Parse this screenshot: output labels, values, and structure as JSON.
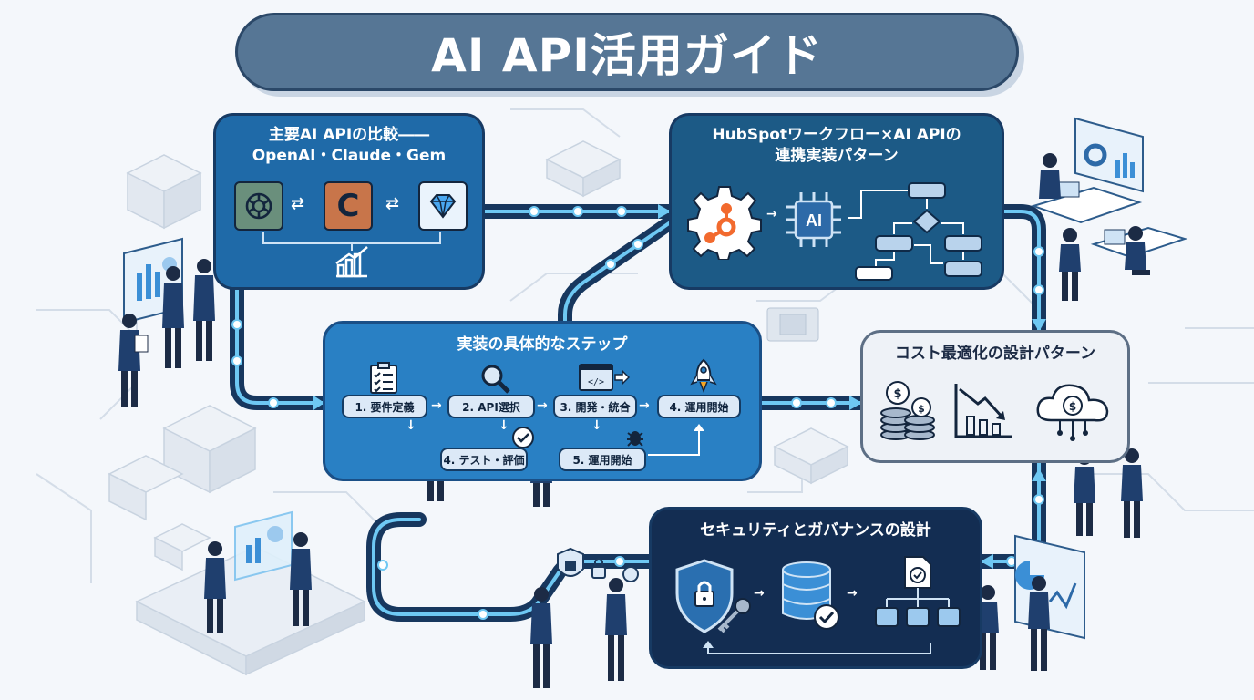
{
  "title": "AI API活用ガイド",
  "panels": {
    "compare": {
      "title_line1": "主要AI APIの比較――",
      "title_line2": "OpenAI・Claude・Gem",
      "logos": [
        "openai-logo",
        "claude-logo",
        "gemini-logo"
      ],
      "claude_letter": "C"
    },
    "hubspot": {
      "title_line1": "HubSpotワークフロー×AI APIの",
      "title_line2": "連携実装パターン",
      "ai_chip_label": "AI"
    },
    "steps": {
      "title": "実装の具体的なステップ",
      "items": [
        "1. 要件定義",
        "2. API選択",
        "3. 開発・統合",
        "4. 運用開始",
        "4. テスト・評価",
        "5. 運用開始"
      ]
    },
    "cost": {
      "title": "コスト最適化の設計パターン"
    },
    "security": {
      "title": "セキュリティとガバナンスの設計"
    }
  },
  "colors": {
    "title_bg": "#567695",
    "compare_bg": "#1f6aa8",
    "hubspot_bg": "#1c5a86",
    "steps_bg": "#2980c4",
    "cost_bg": "#eef2f7",
    "security_bg": "#132d52",
    "pipe": "#17375e",
    "pipe_glow": "#6ec8f3",
    "hubspot_orange": "#f26a2e"
  }
}
